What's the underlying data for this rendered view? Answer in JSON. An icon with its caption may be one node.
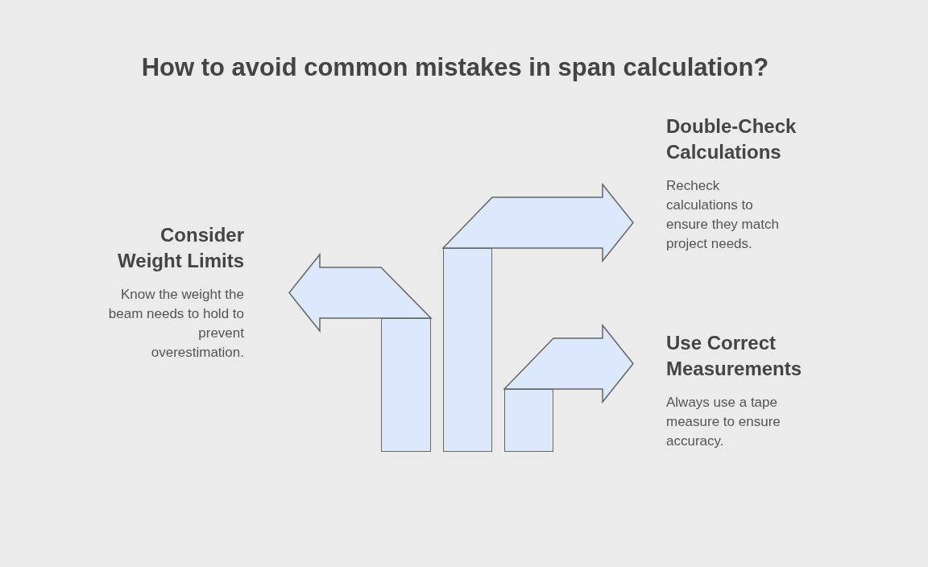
{
  "diagram": {
    "title": "How to avoid common mistakes in span calculation?",
    "nodes": [
      {
        "text": [
          "Consider Weight Limits",
          "Know the weight the beam needs to hold to prevent overestimation."
        ]
      },
      {
        "text": [
          "Double-Check Calculations",
          "Recheck calculations to ensure they match project needs."
        ]
      },
      {
        "text": [
          "Use Correct Measurements",
          "Always use a tape measure to ensure accuracy."
        ]
      },
      {
        "text": [],
        "shape": "bar"
      },
      {
        "text": [],
        "shape": "bar"
      },
      {
        "text": [],
        "shape": "bar"
      }
    ],
    "edges": [
      {
        "from": 3,
        "to": 0,
        "arrow": "to"
      },
      {
        "from": 4,
        "to": 1,
        "arrow": "to"
      },
      {
        "from": 5,
        "to": 2,
        "arrow": "to"
      }
    ]
  }
}
